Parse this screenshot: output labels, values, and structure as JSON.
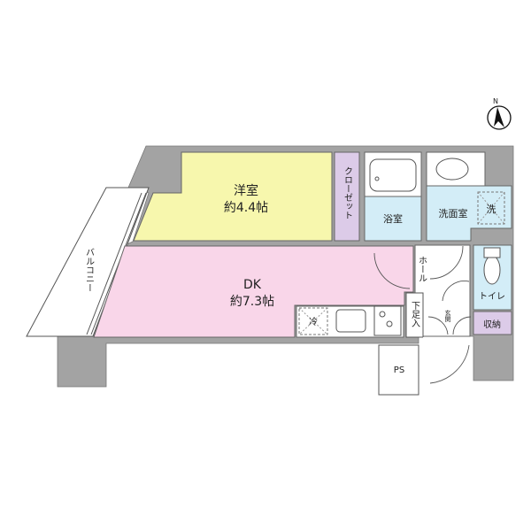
{
  "compass": {
    "label": "N",
    "icon": "north-arrow-icon"
  },
  "colors": {
    "wall": "#a3a3a3",
    "western_room": "#f7f7ad",
    "dk": "#f9d6e9",
    "wet_area": "#d3edf7",
    "storage": "#dccbe8"
  },
  "rooms": {
    "western": {
      "name": "洋室",
      "size": "約4.4帖"
    },
    "dk": {
      "name": "DK",
      "size": "約7.3帖"
    },
    "closet": {
      "name": "クローゼット"
    },
    "bath": {
      "name": "浴室"
    },
    "washroom": {
      "name": "洗面室",
      "washer": "洗"
    },
    "toilet": {
      "name": "トイレ"
    },
    "storage": {
      "name": "収納"
    },
    "hall": {
      "name": "ホール"
    },
    "shoe": {
      "name": "下足入"
    },
    "entrance": {
      "name": "玄関"
    },
    "ps": {
      "name": "PS"
    },
    "balcony": {
      "name": "バルコニー"
    },
    "fridge": {
      "name": "冷"
    }
  }
}
